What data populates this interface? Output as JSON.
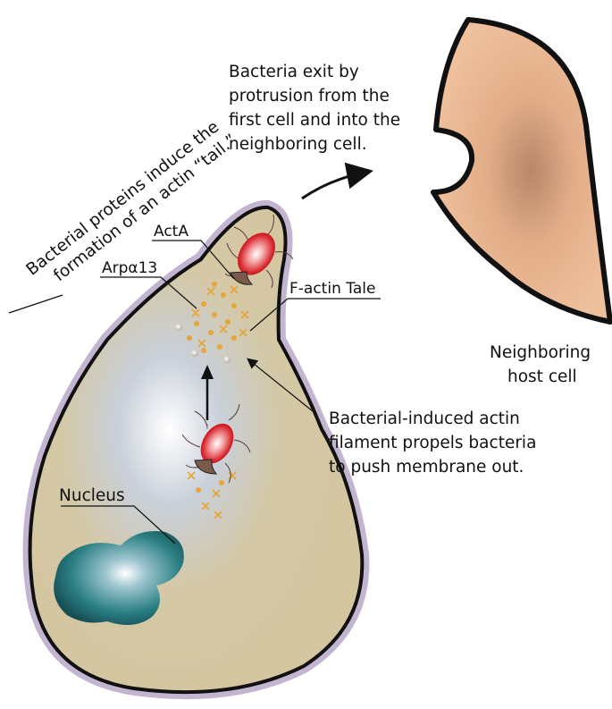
{
  "labels": {
    "exit": [
      "Bacteria exit by",
      "protrusion from the",
      "first cell and  into the",
      "neighboring cell."
    ],
    "induce": [
      "Bacterial proteins induce the",
      "formation of an actin “tail.”"
    ],
    "acta": "ActA",
    "arp": "Arpα13",
    "factin": "F-actin Tale",
    "neighbor": [
      "Neighboring",
      "host cell"
    ],
    "propel": [
      "Bacterial-induced actin",
      "filament propels bacteria",
      "to push membrane out."
    ],
    "nucleus": "Nucleus"
  },
  "colors": {
    "cytoplasm": "#d6c9a3",
    "membrane": "#6a4a86",
    "outline": "#111111",
    "neighbor_cell": "#e8b690",
    "bacterium": "#d8222a",
    "nucleus": "#1e6f74",
    "actin": "#e6a63a"
  }
}
